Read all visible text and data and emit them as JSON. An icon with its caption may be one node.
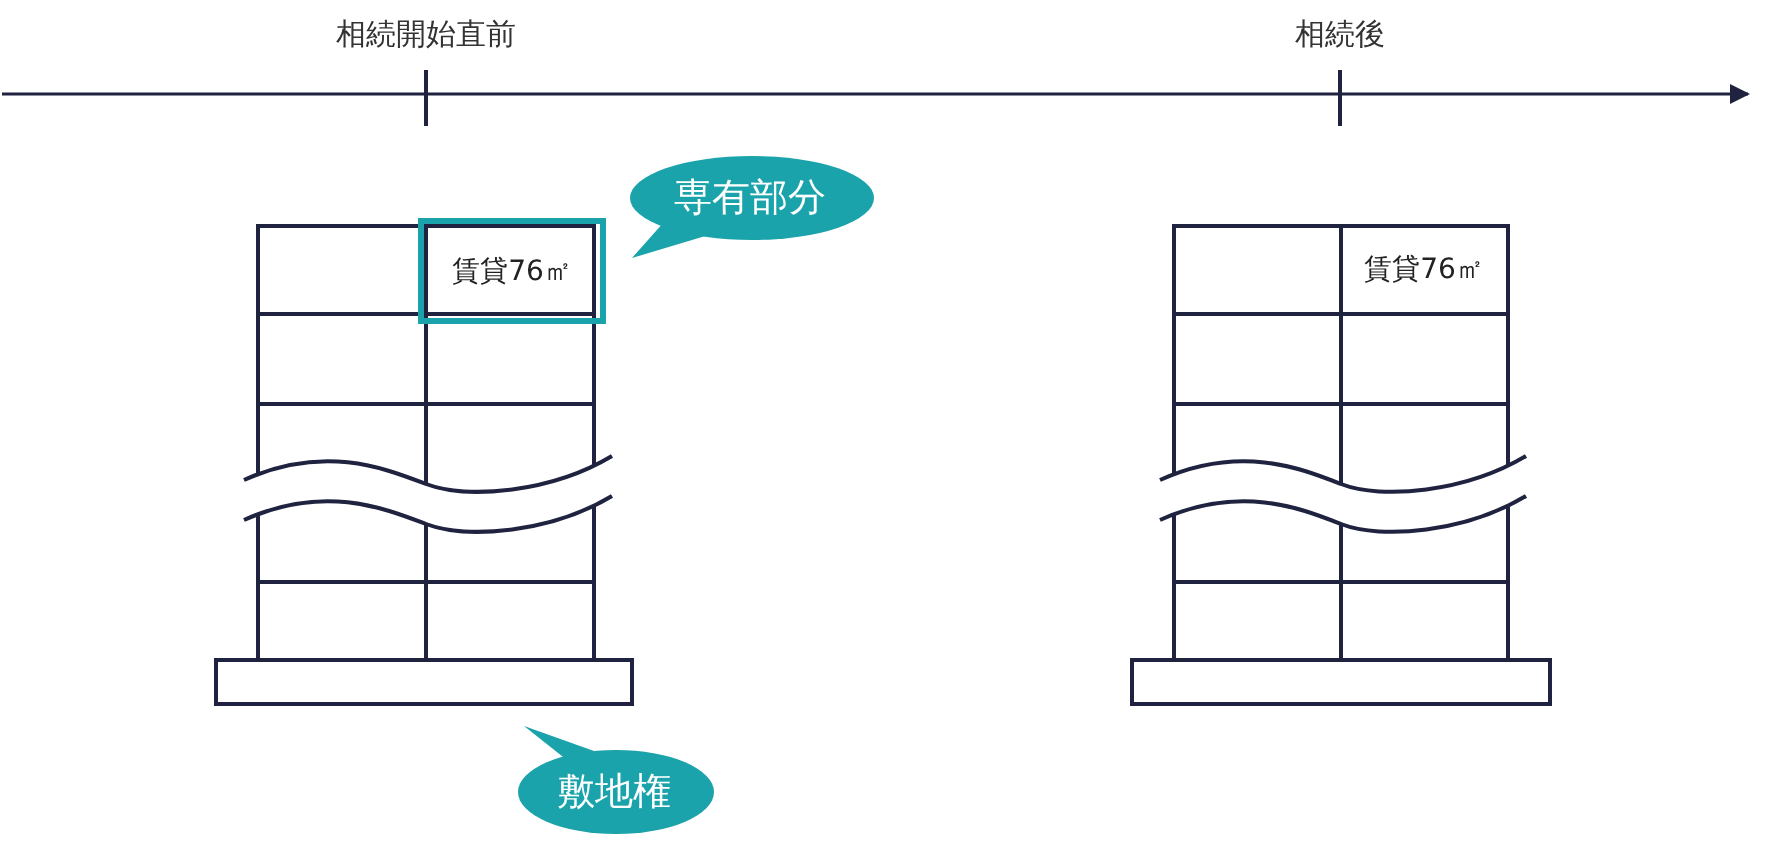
{
  "diagram": {
    "nodes": [
      {
        "text": [
          "専有部分"
        ]
      },
      {
        "text": [
          "賃貸76㎡"
        ]
      },
      {
        "text": [
          "敷地権"
        ]
      },
      {
        "text": [
          "賃貸76㎡"
        ]
      }
    ],
    "labels": [
      "相続開始直前",
      "相続後"
    ]
  }
}
